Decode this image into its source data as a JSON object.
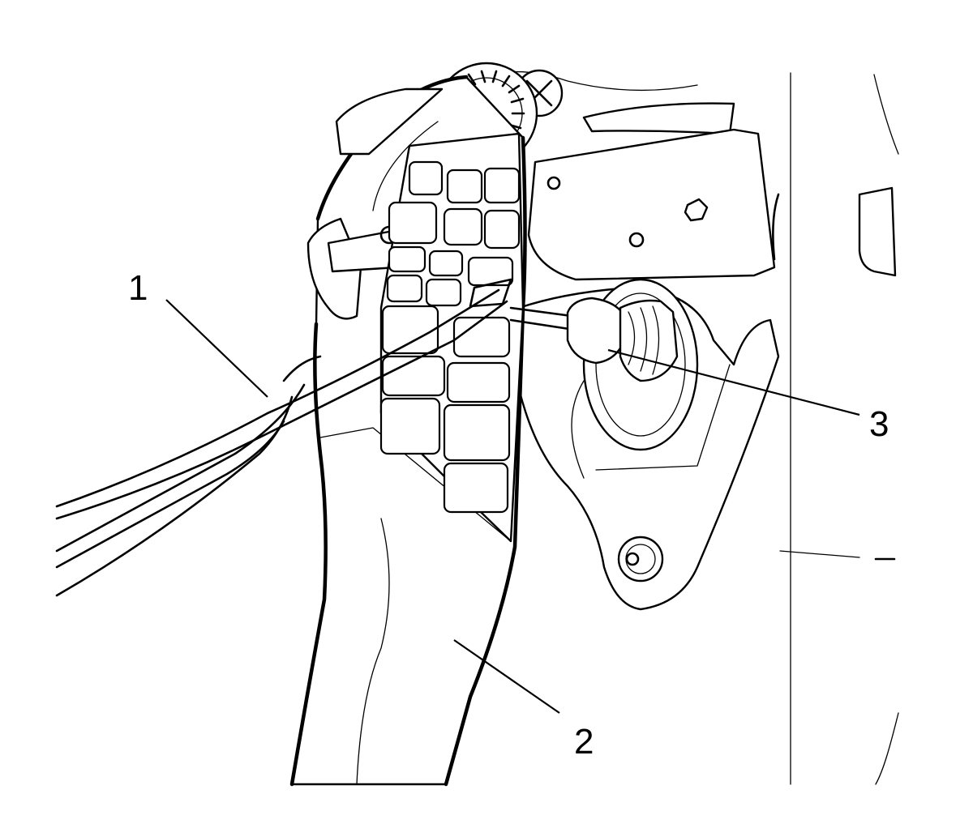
{
  "callouts": [
    {
      "id": "1",
      "text": "1"
    },
    {
      "id": "2",
      "text": "2"
    },
    {
      "id": "3",
      "text": "3"
    }
  ]
}
